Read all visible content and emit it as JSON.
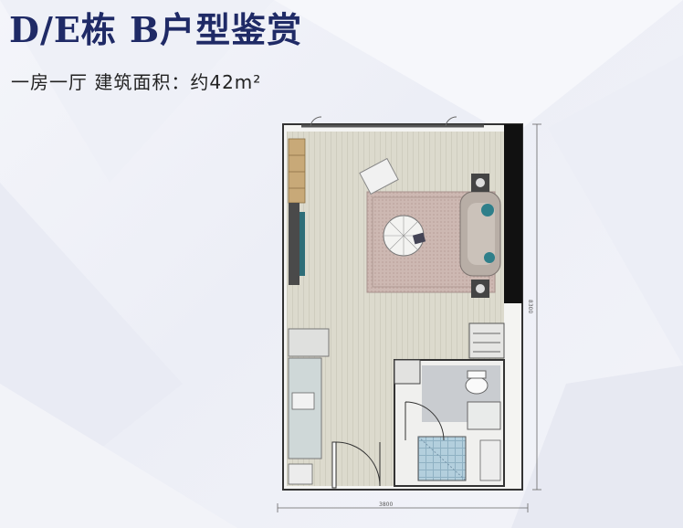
{
  "header": {
    "title": "D/E栋 B户型鉴赏",
    "subtitle": "一房一厅  建筑面积：约42m²"
  },
  "floor_plan": {
    "dimension_width": "3800",
    "dimension_height": "8300"
  },
  "colors": {
    "title": "#1f2a66",
    "wall": "#111111",
    "floor_wood": "#d9d7c9",
    "rug": "#cdb9b4",
    "bathroom_tile": "#a9c6d6",
    "accent_teal": "#3c8c96"
  }
}
